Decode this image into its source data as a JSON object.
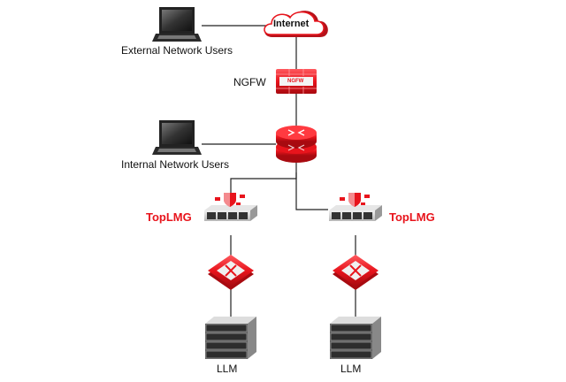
{
  "diagram": {
    "nodes": {
      "external_users": {
        "label": "External Network Users",
        "icon": "laptop-icon"
      },
      "internet": {
        "label": "Internet",
        "icon": "cloud-icon"
      },
      "ngfw": {
        "label": "NGFW",
        "badge": "NGFW",
        "icon": "firewall-icon"
      },
      "internal_users": {
        "label": "Internal Network Users",
        "icon": "laptop-icon"
      },
      "core_router": {
        "icon": "router-icon"
      },
      "toplmg_left": {
        "label": "TopLMG",
        "icon": "gateway-appliance-icon"
      },
      "toplmg_right": {
        "label": "TopLMG",
        "icon": "gateway-appliance-icon"
      },
      "switch_left": {
        "icon": "switch-icon"
      },
      "switch_right": {
        "icon": "switch-icon"
      },
      "llm_left": {
        "label": "LLM",
        "icon": "server-rack-icon"
      },
      "llm_right": {
        "label": "LLM",
        "icon": "server-rack-icon"
      }
    },
    "colors": {
      "brand_red": "#e8141c",
      "line": "#222222"
    }
  }
}
